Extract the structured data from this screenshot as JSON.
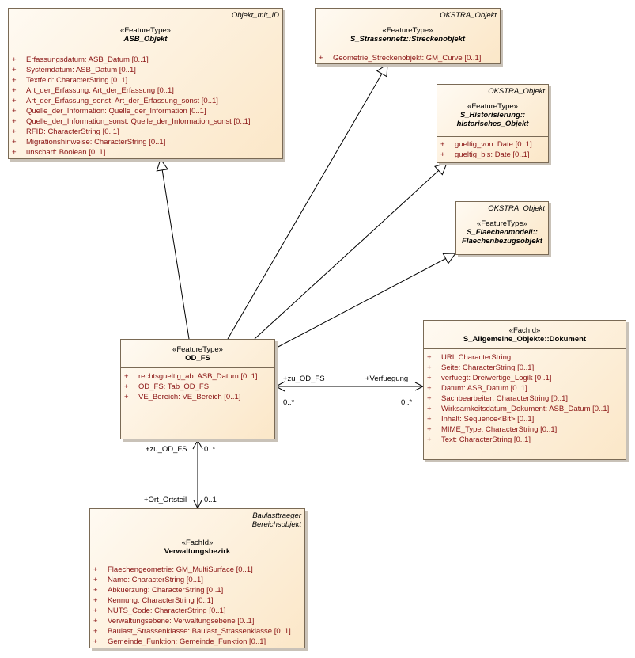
{
  "classes": {
    "asb_objekt": {
      "parent_tag": "Objekt_mit_ID",
      "stereotype": "«FeatureType»",
      "name": "ASB_Objekt",
      "attributes": [
        "Erfassungsdatum: ASB_Datum [0..1]",
        "Systemdatum: ASB_Datum [0..1]",
        "Textfeld: CharacterString [0..1]",
        "Art_der_Erfassung: Art_der_Erfassung [0..1]",
        "Art_der_Erfassung_sonst: Art_der_Erfassung_sonst [0..1]",
        "Quelle_der_Information: Quelle_der_Information [0..1]",
        "Quelle_der_Information_sonst: Quelle_der_Information_sonst [0..1]",
        "RFID: CharacterString [0..1]",
        "Migrationshinweise: CharacterString [0..1]",
        "unscharf: Boolean [0..1]"
      ]
    },
    "streckenobjekt": {
      "parent_tag": "OKSTRA_Objekt",
      "stereotype": "«FeatureType»",
      "name": "S_Strassennetz::Streckenobjekt",
      "attributes": [
        "Geometrie_Streckenobjekt: GM_Curve [0..1]"
      ]
    },
    "historisches_objekt": {
      "parent_tag": "OKSTRA_Objekt",
      "stereotype": "«FeatureType»",
      "name_line1": "S_Historisierung::",
      "name_line2": "historisches_Objekt",
      "attributes": [
        "gueltig_von: Date [0..1]",
        "gueltig_bis: Date [0..1]"
      ]
    },
    "flaechenbezugsobjekt": {
      "parent_tag": "OKSTRA_Objekt",
      "stereotype": "«FeatureType»",
      "name_line1": "S_Flaechenmodell::",
      "name_line2": "Flaechenbezugsobjekt"
    },
    "od_fs": {
      "stereotype": "«FeatureType»",
      "name": "OD_FS",
      "attributes": [
        "rechtsgueltig_ab: ASB_Datum [0..1]",
        "OD_FS: Tab_OD_FS",
        "VE_Bereich: VE_Bereich [0..1]"
      ]
    },
    "dokument": {
      "stereotype": "«FachId»",
      "name": "S_Allgemeine_Objekte::Dokument",
      "attributes": [
        "URI: CharacterString",
        "Seite: CharacterString [0..1]",
        "verfuegt: Dreiwertige_Logik [0..1]",
        "Datum: ASB_Datum [0..1]",
        "Sachbearbeiter: CharacterString [0..1]",
        "Wirksamkeitsdatum_Dokument: ASB_Datum [0..1]",
        "Inhalt: Sequence<Bit> [0..1]",
        "MIME_Type: CharacterString [0..1]",
        "Text: CharacterString [0..1]"
      ]
    },
    "verwaltungsbezirk": {
      "parent_tag_line1": "Baulasttraeger",
      "parent_tag_line2": "Bereichsobjekt",
      "stereotype": "«FachId»",
      "name": "Verwaltungsbezirk",
      "attributes": [
        "Flaechengeometrie: GM_MultiSurface [0..1]",
        "Name: CharacterString [0..1]",
        "Abkuerzung: CharacterString [0..1]",
        "Kennung: CharacterString [0..1]",
        "NUTS_Code: CharacterString [0..1]",
        "Verwaltungsebene: Verwaltungsebene [0..1]",
        "Baulast_Strassenklasse: Baulast_Strassenklasse [0..1]",
        "Gemeinde_Funktion: Gemeinde_Funktion [0..1]"
      ]
    }
  },
  "visibility_symbol": "+",
  "associations": {
    "dokument_assoc": {
      "role_left": "+zu_OD_FS",
      "role_right": "+Verfuegung",
      "mult_left": "0..*",
      "mult_right": "0..*"
    },
    "bezirk_assoc": {
      "role_top": "+zu_OD_FS",
      "mult_top": "0..*",
      "role_bottom": "+Ort_Ortsteil",
      "mult_bottom": "0..1"
    }
  },
  "colors": {
    "box_border": "#7a6a55",
    "attribute_text": "#8a1414",
    "line": "#000000"
  }
}
